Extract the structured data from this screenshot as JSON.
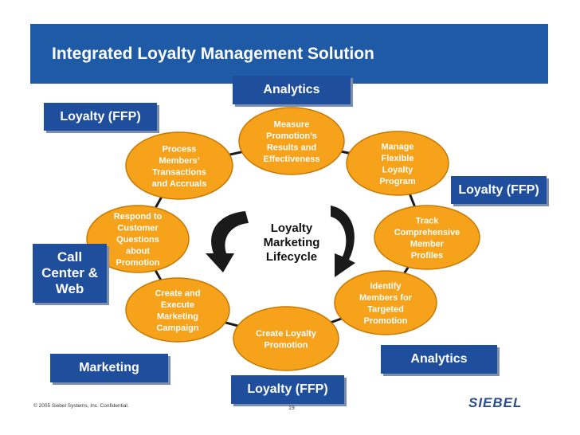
{
  "header": {
    "title": "Integrated Loyalty Management Solution"
  },
  "labels": {
    "analytics_top": "Analytics",
    "loyalty_top_left": "Loyalty (FFP)",
    "loyalty_right": "Loyalty (FFP)",
    "call_center_line1": "Call",
    "call_center_line2": "Center &",
    "call_center_line3": "Web",
    "marketing": "Marketing",
    "analytics_bottom_right": "Analytics",
    "loyalty_bottom": "Loyalty (FFP)"
  },
  "cycle": {
    "center_line1": "Loyalty",
    "center_line2": "Marketing",
    "center_line3": "Lifecycle",
    "nodes": [
      {
        "id": "measure",
        "lines": [
          "Measure",
          "Promotion’s",
          "Results and",
          "Effectiveness"
        ]
      },
      {
        "id": "manage",
        "lines": [
          "Manage",
          "Flexible",
          "Loyalty",
          "Program"
        ]
      },
      {
        "id": "track",
        "lines": [
          "Track",
          "Comprehensive",
          "Member",
          "Profiles"
        ]
      },
      {
        "id": "identify",
        "lines": [
          "Identify",
          "Members for",
          "Targeted",
          "Promotion"
        ]
      },
      {
        "id": "create-loyalty",
        "lines": [
          "Create Loyalty",
          "Promotion"
        ]
      },
      {
        "id": "create-execute",
        "lines": [
          "Create and",
          "Execute",
          "Marketing",
          "Campaign"
        ]
      },
      {
        "id": "respond",
        "lines": [
          "Respond to",
          "Customer",
          "Questions",
          "about",
          "Promotion"
        ]
      },
      {
        "id": "process",
        "lines": [
          "Process",
          "Members’",
          "Transactions",
          "and Accruals"
        ]
      }
    ]
  },
  "colors": {
    "node_fill": "#f7a21b",
    "node_stroke": "#c77800",
    "label_box": "#1f4e9c",
    "header": "#1f5aa6",
    "arrow": "#1a1a1a"
  },
  "footer": {
    "copyright": "© 2005 Siebel Systems, Inc. Confidential.",
    "page": "19",
    "logo": "SIEBEL"
  }
}
